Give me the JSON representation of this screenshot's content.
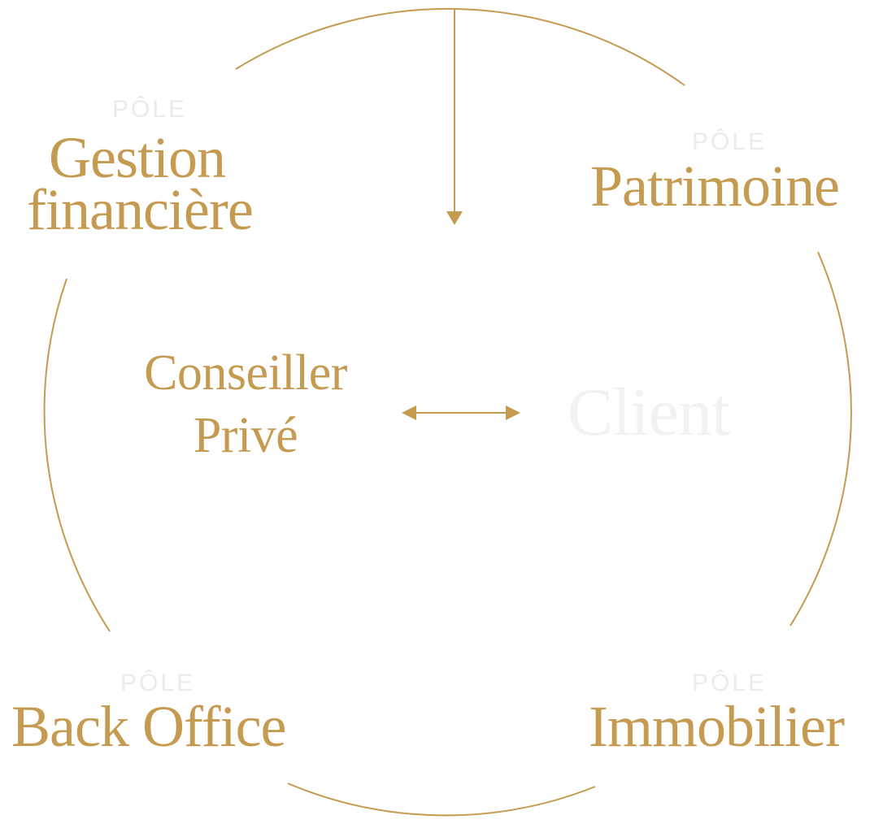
{
  "diagram": {
    "accent_color": "#c59b52",
    "muted_color": "#ebebeb",
    "poles": {
      "gestion": {
        "eyebrow": "PÔLE",
        "line1": "Gestion",
        "line2": "financière"
      },
      "patrimoine": {
        "eyebrow": "PÔLE",
        "title": "Patrimoine"
      },
      "back_office": {
        "eyebrow": "PÔLE",
        "title": "Back Office"
      },
      "immobilier": {
        "eyebrow": "PÔLE",
        "title": "Immobilier"
      }
    },
    "center": {
      "advisor_line1": "Conseiller",
      "advisor_line2": "Privé",
      "client": "Client"
    }
  }
}
